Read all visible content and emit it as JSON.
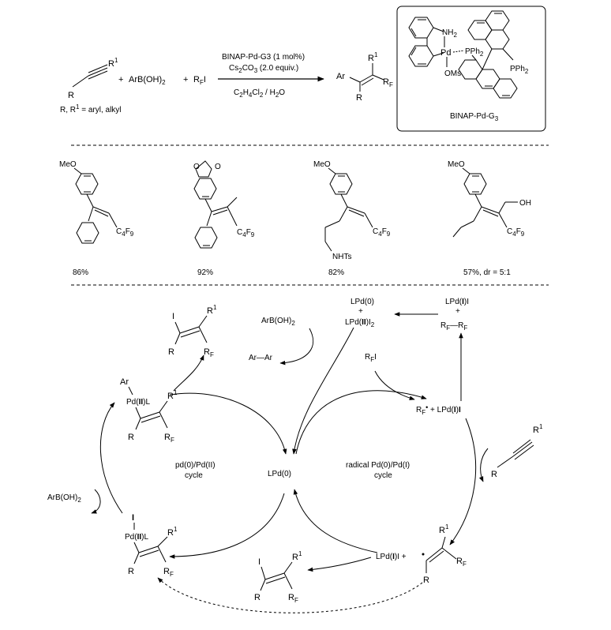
{
  "reaction": {
    "reagent_line1": "BINAP-Pd-G3 (1 mol%)",
    "reagent_line2": "Cs2CO3 (2.0 equiv.)",
    "solvent": "C2H4Cl2 / H2O",
    "scope_note": "R, R1 = aryl, alkyl",
    "catalyst_name": "BINAP-Pd-G3",
    "plus": "+",
    "reagent_boronic": "ArB(OH)2",
    "reagent_rfi": "RFI"
  },
  "products": [
    {
      "substituent": "MeO",
      "group": "C4F9",
      "yield": "86%"
    },
    {
      "group": "C4F9",
      "yield": "92%"
    },
    {
      "substituent": "MeO",
      "group": "C4F9",
      "extra": "NHTs",
      "yield": "82%"
    },
    {
      "substituent": "MeO",
      "group": "C4F9",
      "extra": "OH",
      "yield": "57%, dr = 5:1"
    }
  ],
  "mechanism": {
    "center": "LPd(0)",
    "left_cycle_line1": "pd(0)/Pd(II)",
    "left_cycle_line2": "cycle",
    "right_cycle_line1": "radical Pd(0)/Pd(I)",
    "right_cycle_line2": "cycle",
    "top_species_line1": "LPd(0)",
    "top_species_line2": "LPd(II)I2",
    "top_right_line1": "LPd(I)I",
    "top_right_line2": "RF—RF",
    "radical_pair": "RF• + LPd(I)I",
    "vinyl_radical_pair": "LPd(I)I  +",
    "biaryl": "Ar—Ar",
    "boronic_top": "ArB(OH)2",
    "boronic_left": "ArB(OH)2",
    "rfi_input": "RFI",
    "pd_species_a": "Pd(II)L",
    "pd_species_b": "Pd(II)L"
  }
}
